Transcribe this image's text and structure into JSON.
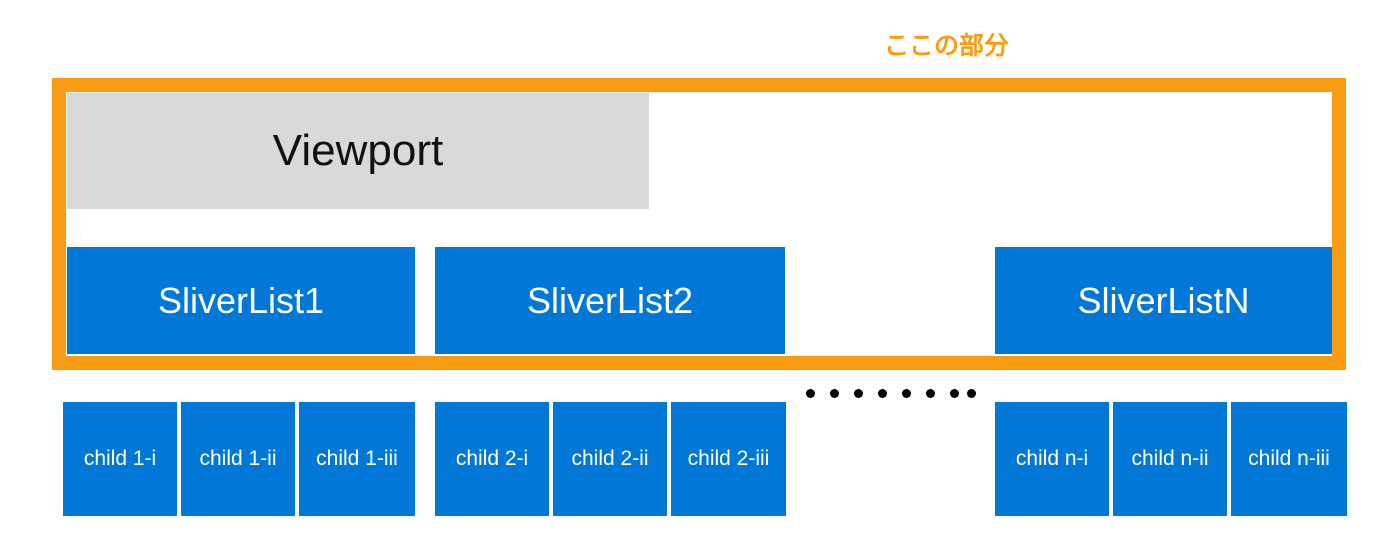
{
  "caption": "ここの部分",
  "viewport_label": "Viewport",
  "slivers": [
    "SliverList1",
    "SliverList2",
    "SliverListN"
  ],
  "children": {
    "group1": [
      "child 1-i",
      "child 1-ii",
      "child 1-iii"
    ],
    "group2": [
      "child 2-i",
      "child 2-ii",
      "child 2-iii"
    ],
    "groupN": [
      "child n-i",
      "child n-ii",
      "child n-iii"
    ]
  },
  "colors": {
    "highlight_orange": "#f89c14",
    "sliver_blue": "#0178d8",
    "viewport_gray": "#d9d9d9"
  }
}
